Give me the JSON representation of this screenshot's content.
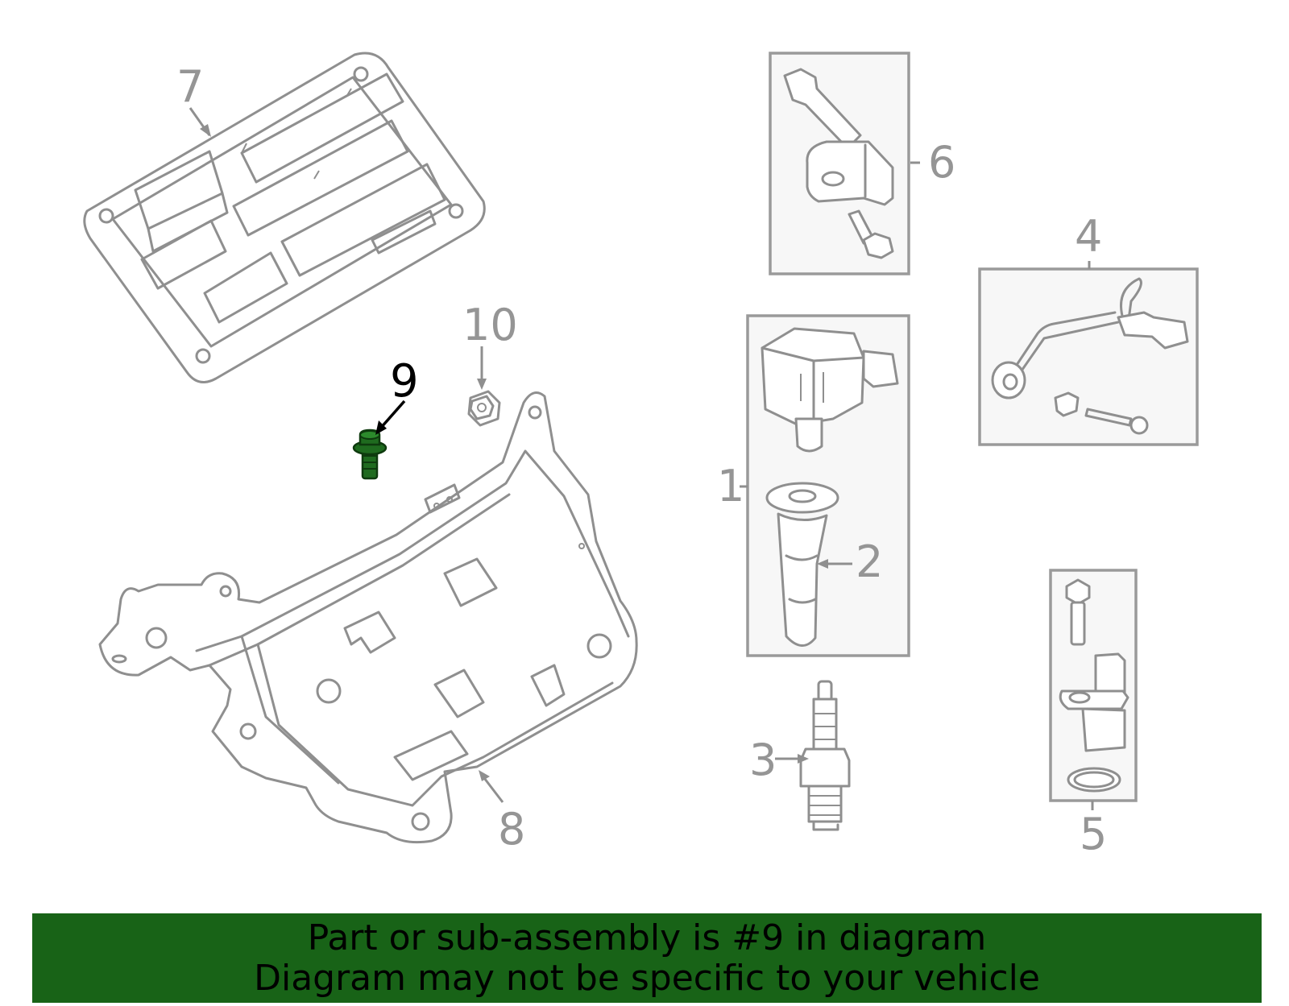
{
  "callouts": {
    "c1": "1",
    "c2": "2",
    "c3": "3",
    "c4": "4",
    "c5": "5",
    "c6": "6",
    "c7": "7",
    "c8": "8",
    "c9": "9",
    "c10": "10"
  },
  "highlighted_part": "9",
  "colors": {
    "highlight": "#1f6b1f",
    "banner": "#186317",
    "line_art": "#8f8f8f"
  },
  "banner": {
    "line1": "Part or sub-assembly is #9 in diagram",
    "line2": "Diagram may not be specific to your vehicle"
  }
}
